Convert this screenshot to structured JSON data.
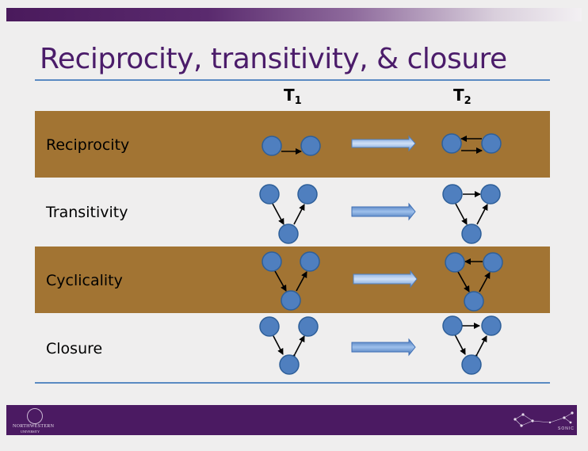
{
  "slide": {
    "title": "Reciprocity, transitivity, & closure",
    "columns": {
      "t1": "T",
      "t1_sub": "1",
      "t2": "T",
      "t2_sub": "2"
    },
    "rows": [
      {
        "label": "Reciprocity",
        "band": "brown"
      },
      {
        "label": "Transitivity",
        "band": "none"
      },
      {
        "label": "Cyclicality",
        "band": "brown"
      },
      {
        "label": "Closure",
        "band": "none"
      }
    ]
  },
  "footer": {
    "left_logo_line1": "NORTHWESTERN",
    "left_logo_line2": "UNIVERSITY",
    "right_logo_text": "SONIC"
  },
  "colors": {
    "title": "#4b1c6a",
    "band": "#a27433",
    "rule": "#5a8ac2",
    "node": "#4f7fbf",
    "footer": "#4b1a62"
  }
}
